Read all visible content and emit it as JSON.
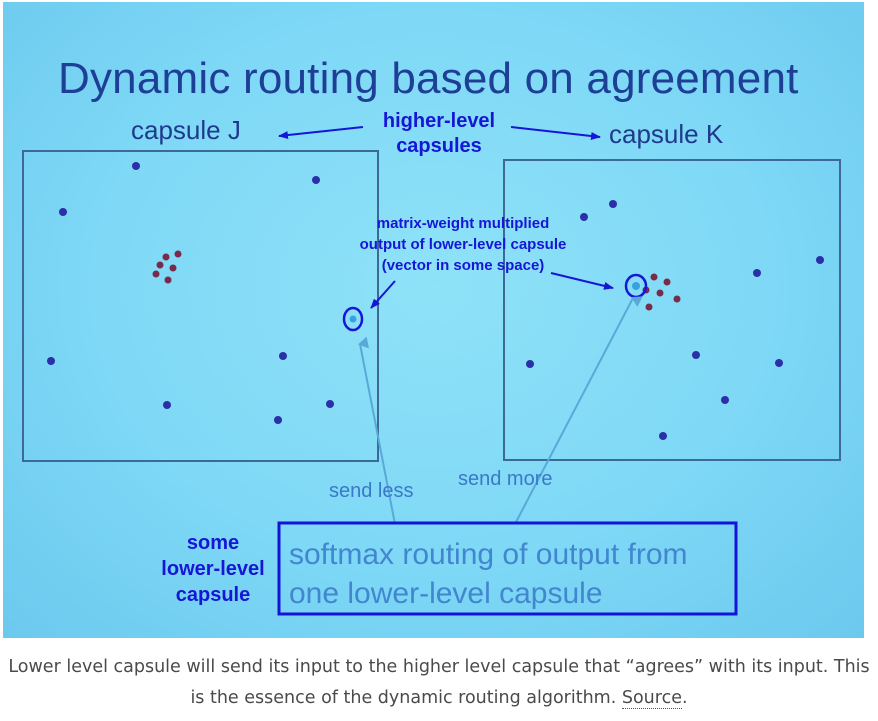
{
  "slide": {
    "title": "Dynamic routing based on agreement",
    "capsule_j_label": "capsule J",
    "capsule_k_label": "capsule K",
    "higher_level_line1": "higher-level",
    "higher_level_line2": "capsules",
    "matrix_line1": "matrix-weight multiplied",
    "matrix_line2": "output of lower-level capsule",
    "matrix_line3": "(vector in some space)",
    "send_less": "send less",
    "send_more": "send more",
    "lower_line1": "some",
    "lower_line2": "lower-level",
    "lower_line3": "capsule",
    "softmax_line1": "softmax routing of output from",
    "softmax_line2": "one lower-level capsule"
  },
  "caption": {
    "text": "Lower level capsule will send its input to the higher level capsule that “agrees” with its input. This is the essence of the dynamic routing algorithm.",
    "link": "Source",
    "end": "."
  },
  "colors": {
    "slide_bg": "#7ed8f6",
    "title": "#1d3f95",
    "annotation_blue": "#1616d6",
    "dot_blue": "#2b2fa8",
    "dot_red": "#7a2a4a",
    "highlight_dot": "#3aa0e0"
  }
}
